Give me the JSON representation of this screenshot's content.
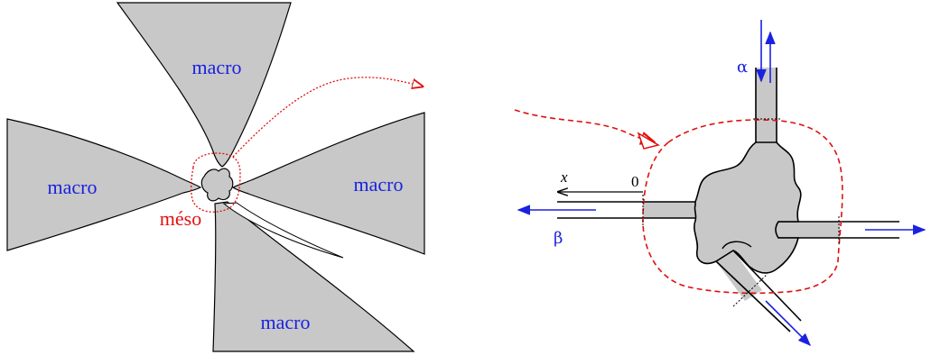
{
  "left_panel": {
    "regions": [
      {
        "label": "macro"
      },
      {
        "label": "macro"
      },
      {
        "label": "macro"
      },
      {
        "label": "macro"
      }
    ],
    "meso_label": "méso"
  },
  "right_panel": {
    "lead_labels": {
      "alpha": "α",
      "beta": "β"
    },
    "axis": {
      "variable": "x",
      "origin": "0"
    }
  },
  "colors": {
    "fill": "#c8c8c8",
    "blue": "#1a22e0",
    "red": "#e01010",
    "outline": "#000000"
  }
}
